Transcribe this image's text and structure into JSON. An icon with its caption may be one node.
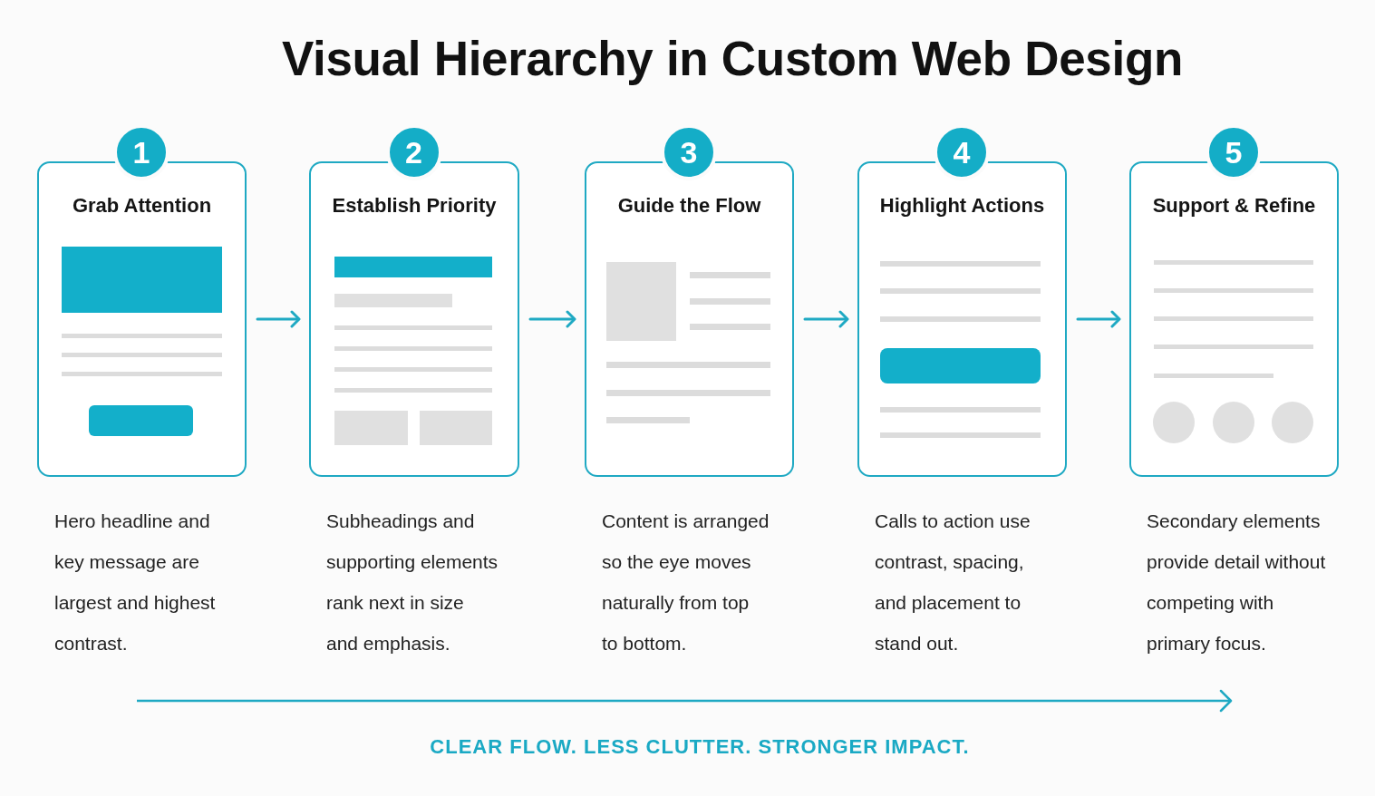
{
  "diagram": {
    "title": "Visual Hierarchy in Custom Web Design",
    "nodes": [
      {
        "text": [
          "1",
          "Grab Attention"
        ],
        "beside": [
          "Hero headline and key message are largest and highest contrast."
        ]
      },
      {
        "text": [
          "2",
          "Establish Priority"
        ],
        "beside": [
          "Subheadings and supporting elements rank next in size and emphasis."
        ]
      },
      {
        "text": [
          "3",
          "Guide the Flow"
        ],
        "beside": [
          "Content is arranged so the eye moves naturally from top to bottom."
        ]
      },
      {
        "text": [
          "4",
          "Highlight Actions"
        ],
        "beside": [
          "Calls to action use contrast, spacing, and placement to stand out."
        ]
      },
      {
        "text": [
          "5",
          "Support & Refine"
        ],
        "beside": [
          "Secondary elements provide detail without competing with primary focus."
        ]
      }
    ],
    "edges": [
      {
        "from": 0,
        "to": 1,
        "arrow": "to"
      },
      {
        "from": 1,
        "to": 2,
        "arrow": "to"
      },
      {
        "from": 2,
        "to": 3,
        "arrow": "to"
      },
      {
        "from": 3,
        "to": 4,
        "arrow": "to"
      }
    ],
    "caption": "CLEAR FLOW. LESS CLUTTER. STRONGER IMPACT."
  }
}
